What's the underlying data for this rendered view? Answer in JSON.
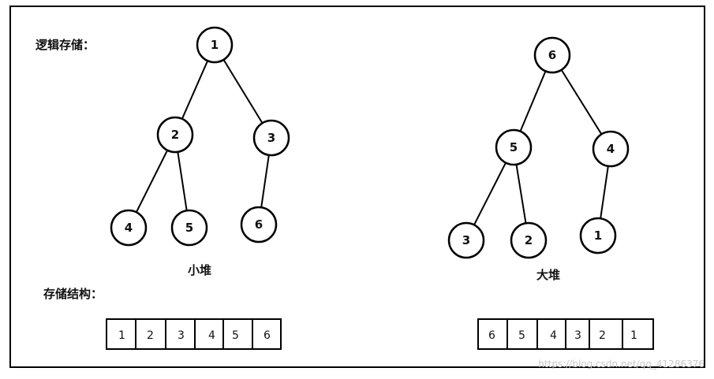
{
  "labels": {
    "logical_storage": "逻辑存储：",
    "storage_structure": "存储结构：",
    "min_heap": "小堆",
    "max_heap": "大堆"
  },
  "min_heap": {
    "nodes": [
      "1",
      "2",
      "3",
      "4",
      "5",
      "6"
    ],
    "array": [
      "1",
      "2",
      "3",
      "4",
      "5",
      "6"
    ]
  },
  "max_heap": {
    "nodes": [
      "6",
      "5",
      "4",
      "3",
      "2",
      "1"
    ],
    "array": [
      "6",
      "5",
      "4",
      "3",
      "2",
      "1"
    ]
  },
  "watermark": "https://blog.csdn.net/qq_41286376"
}
